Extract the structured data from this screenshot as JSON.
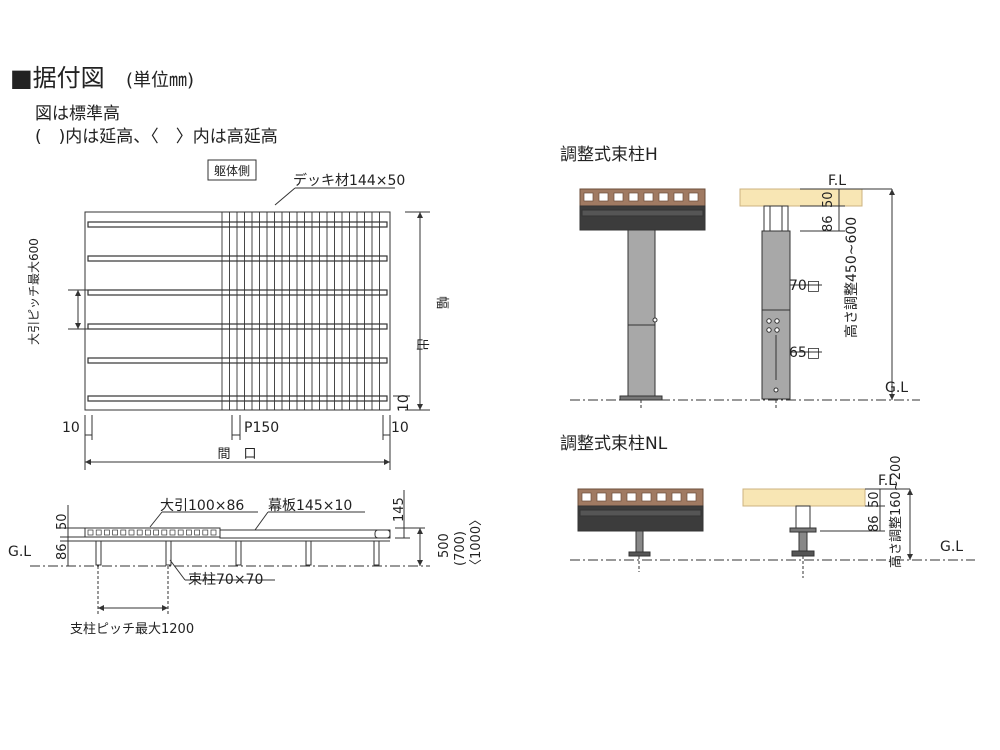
{
  "header": {
    "title": "■据付図",
    "unit": "(単位㎜)",
    "note1": "図は標準高",
    "note2": "(　)内は延高、〈　〉内は高延高"
  },
  "plan": {
    "wall_side": "躯体側",
    "deck_material": "デッキ材144×50",
    "beam_pitch": "大引ピッチ最大600",
    "width_label": "幅",
    "depth_label": "出",
    "frontage": "間　口",
    "pitch": "P150",
    "margin_left": "10",
    "margin_right": "10",
    "margin_vertical": "10"
  },
  "elevation": {
    "beam": "大引100×86",
    "fascia": "幕板145×10",
    "post": "束柱70×70",
    "post_pitch": "支柱ピッチ最大1200",
    "gl": "G.L",
    "dim_50": "50",
    "dim_86": "86",
    "dim_145": "145",
    "height_std": "500",
    "height_ext": "(700)",
    "height_high": "〈1000〉"
  },
  "post_h": {
    "title": "調整式束柱H",
    "fl": "F.L",
    "gl": "G.L",
    "dim_50": "50",
    "dim_86": "86",
    "sq70": "70□",
    "sq65": "65□",
    "adjust": "高さ調整450~600"
  },
  "post_nl": {
    "title": "調整式束柱NL",
    "fl": "F.L",
    "gl": "G.L",
    "dim_50": "50",
    "dim_86": "86",
    "adjust": "高さ調整160~200"
  },
  "colors": {
    "line": "#333333",
    "deck_brown": "#8a6a55",
    "deck_dark": "#3a3a3a",
    "post_gray": "#a8a8a8",
    "cream": "#f8e6b4"
  }
}
